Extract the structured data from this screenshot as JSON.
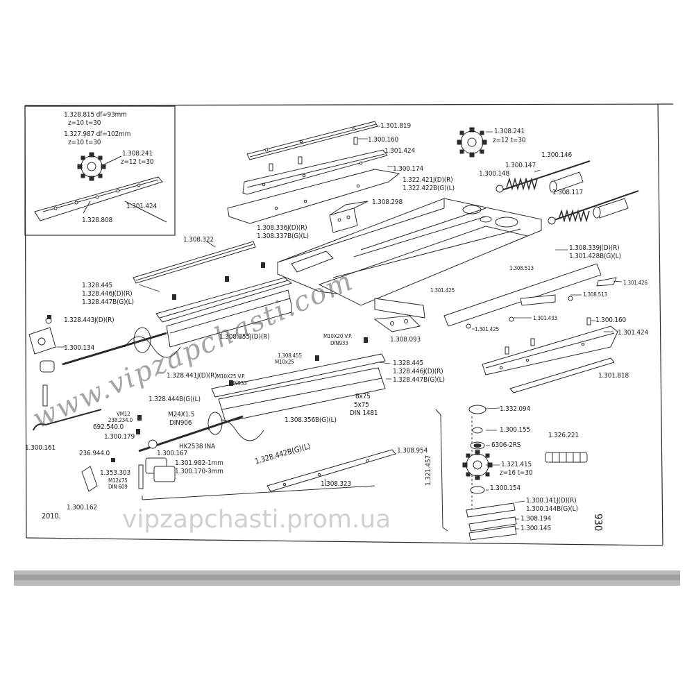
{
  "inset": {
    "sprocket_a": "1.328.815  df=93mm",
    "sprocket_a_spec": "z=10  t=30",
    "sprocket_b": "1.327.987  df=102mm",
    "sprocket_b_spec": "z=10  t=30",
    "sprocket_c": "1.308.241",
    "sprocket_c_spec": "z=12  t=30",
    "bar_a": "1.301.424",
    "bar_b": "1.328.808"
  },
  "labels": {
    "p1301819": "1.301.819",
    "p1300160_top": "1.300.160",
    "p1301424_top": "1.301.424",
    "p1300174": "1.300.174",
    "p1308241": "1.308.241",
    "p1308241_spec": "z=12  t=30",
    "p1300146": "1.300.146",
    "p1300147": "1.300.147",
    "p1300148": "1.300.148",
    "p1308117": "1.308.117",
    "p1322421": "1.322.421J(D)(R)",
    "p1322422": "1.322.422B(G)(L)",
    "p1308298": "1.308.298",
    "p1308336": "1.308.336J(D)(R)",
    "p1308337": "1.308.337B(G)(L)",
    "p1308322": "1.308.322",
    "p1308339": "1.308.339J(D)(R)",
    "p1301428": "1.301.428B(G)(L)",
    "p1301426": "1.301.426",
    "p1308513_a": "1.308.513",
    "p1308513_b": "1.308.513",
    "p1301433": "1.301.433",
    "p1301425_a": "1.301.425",
    "p1301425_b": "1.301.425",
    "p1300160_right": "1.300.160",
    "p1301424_right": "1.301.424",
    "p1301818": "1.301.818",
    "p1328445_top": "1.328.445",
    "p1328446_top": "1.328.446J(D)(R)",
    "p1328447_top": "1.328.447B(G)(L)",
    "p1328443": "1.328.443J(D)(R)",
    "p1300134": "1.300.134",
    "p1308355": "1.308.355J(D)(R)",
    "m10x20": "M10X20 V.P.",
    "din933_a": "DIN933",
    "p1308093": "1.308.093",
    "p1308455": "1.308.455",
    "m10x25_a": "M10x25",
    "p1328445_mid": "1.328.445",
    "p1328446_mid": "1.328.446J(D)(R)",
    "p1328447_mid": "1.328.447B(G)(L)",
    "p1328441": "1.328.441J(D)(R)",
    "m10x25_b": "M10X25 V.P.",
    "din933_b": "DIN933",
    "p1328444": "1.328.444B(G)(L)",
    "key_8x75": "8x75",
    "key_5x75": "5x75",
    "din1481": "DIN 1481",
    "p1308356": "1.308.356B(G)(L)",
    "p1332094": "1.332.094",
    "vm12": "VM12",
    "p238234": "238.234.0",
    "p692540": "692.540.0",
    "m24x15": "M24X1.5",
    "din906": "DIN906",
    "p1300179": "1.300.179",
    "hk2538": "HK2538 INA",
    "p1300161": "1.300.161",
    "p236944": "236.944.0",
    "p1300167": "1.300.167",
    "p1301982": "1.301.982-1mm",
    "p1300170": "1.300.170-3mm",
    "p1353303": "1.353.303",
    "m12x75": "M12x75",
    "din609": "DIN 609",
    "p1300162": "1.300.162",
    "p1328442": "1.328.442B(G)(L)",
    "p1308323": "1.308.323",
    "p1308954": "1.308.954",
    "p1300155": "1.300.155",
    "bearing": "6306-2RS",
    "p1326221": "1.326.221",
    "p1321457": "1.321.457",
    "p1321415": "1.321.415",
    "p1321415_spec": "z=16  t=30",
    "p1300154": "1.300.154",
    "p1300141": "1.300.141J(D)(R)",
    "p1300144": "1.300.144B(G)(L)",
    "p1308194": "1.308.194",
    "p1300145": "1.300.145",
    "year": "2010.",
    "page_no": "930"
  },
  "watermarks": {
    "diagonal": "www.vipzapchasti.com",
    "footer": "vipzapchasti.prom.ua"
  },
  "colors": {
    "ink": "#2a2a2a",
    "paper": "#ffffff",
    "scan_edge": "#8c8c8c"
  }
}
